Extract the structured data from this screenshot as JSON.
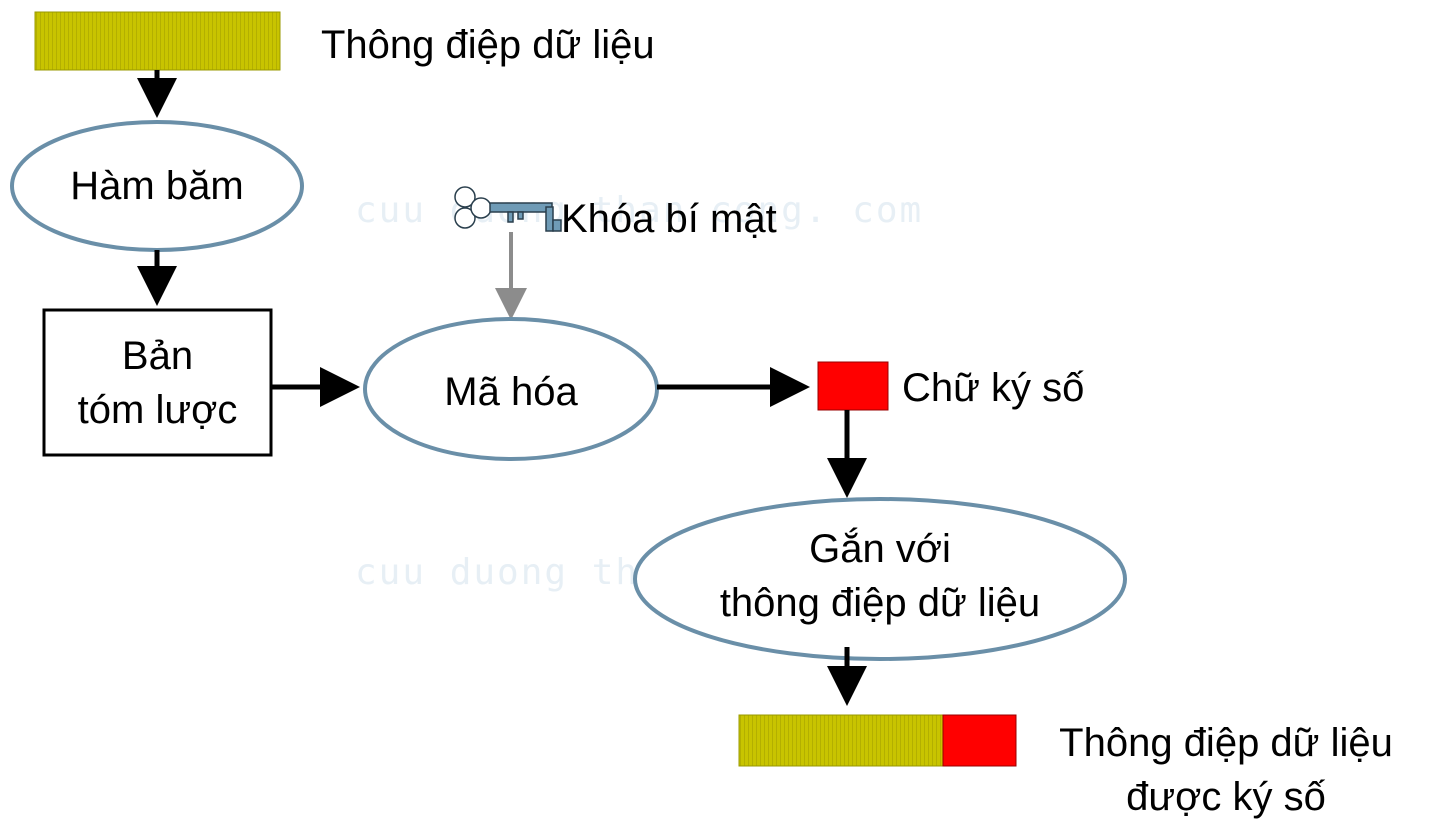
{
  "watermark": {
    "line1": "cuu duong than cong. com",
    "line2": "cuu duong than cong. com"
  },
  "nodes": {
    "message": "Thông điệp dữ liệu",
    "hash_function": "Hàm băm",
    "digest_line1": "Bản",
    "digest_line2": "tóm lược",
    "secret_key": "Khóa bí mật",
    "encrypt": "Mã hóa",
    "signature": "Chữ ký số",
    "attach_line1": "Gắn với",
    "attach_line2": "thông điệp dữ liệu",
    "signed_line1": "Thông điệp dữ liệu",
    "signed_line2": "được ký số"
  },
  "icons": {
    "key": "key-icon"
  },
  "colors": {
    "data_block": "#c8c400",
    "signature_block": "#ff0000",
    "ellipse_stroke": "#6a8fa8",
    "key_fill": "#6f9bb6",
    "arrow": "#000000",
    "key_arrow": "#8c8c8c"
  }
}
